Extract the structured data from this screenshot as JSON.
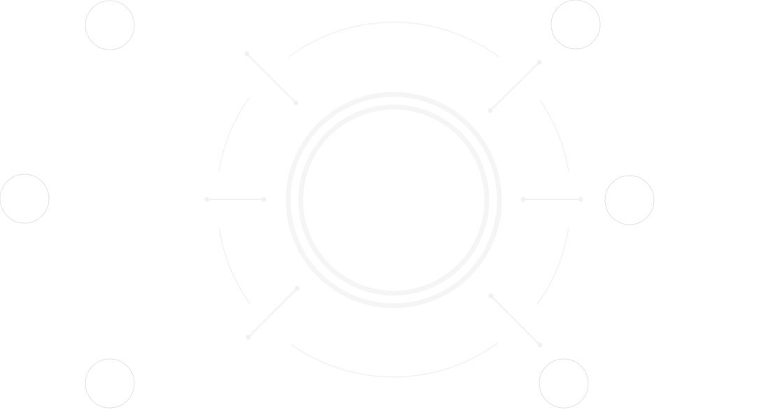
{
  "colors": {
    "background": "#ffffff",
    "ring": "#f5f5f5",
    "arc": "#f2f2f2",
    "connector": "#f1f1f1",
    "node_outline": "#e2e2e2"
  },
  "nodes": [
    {
      "id": "top-left"
    },
    {
      "id": "top-right"
    },
    {
      "id": "middle-left"
    },
    {
      "id": "middle-right"
    },
    {
      "id": "bottom-left"
    },
    {
      "id": "bottom-right"
    }
  ]
}
